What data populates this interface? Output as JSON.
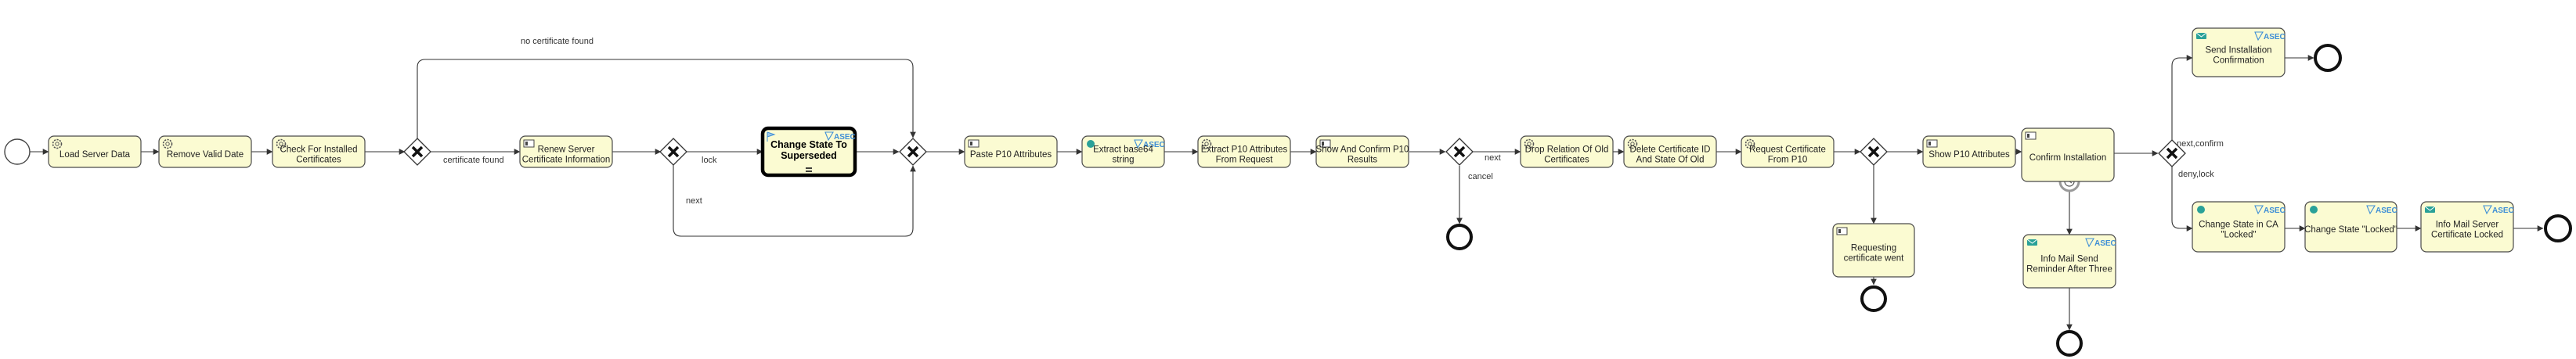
{
  "diagram": {
    "tasks": [
      {
        "id": "t1",
        "label": [
          "Load Server Data"
        ],
        "kind": "service",
        "has_logo": false,
        "selected": false
      },
      {
        "id": "t2",
        "label": [
          "Remove Valid Date"
        ],
        "kind": "service",
        "has_logo": false,
        "selected": false
      },
      {
        "id": "t3",
        "label": [
          "Check For Installed",
          "Certificates"
        ],
        "kind": "service",
        "has_logo": false,
        "selected": false
      },
      {
        "id": "t4",
        "label": [
          "Renew Server",
          "Certificate Information"
        ],
        "kind": "user",
        "has_logo": false,
        "selected": false
      },
      {
        "id": "t5",
        "label": [
          "Change State To",
          "Superseded"
        ],
        "kind": "script",
        "has_logo": true,
        "selected": true
      },
      {
        "id": "t6",
        "label": [
          "Paste P10 Attributes"
        ],
        "kind": "user",
        "has_logo": false,
        "selected": false
      },
      {
        "id": "t7",
        "label": [
          "Extract base64",
          "string"
        ],
        "kind": "script",
        "has_logo": true,
        "selected": false
      },
      {
        "id": "t8",
        "label": [
          "Extract P10 Attributes",
          "From Request"
        ],
        "kind": "service",
        "has_logo": false,
        "selected": false
      },
      {
        "id": "t9",
        "label": [
          "Show And Confirm P10",
          "Results"
        ],
        "kind": "user",
        "has_logo": false,
        "selected": false
      },
      {
        "id": "t10",
        "label": [
          "Drop Relation Of Old",
          "Certificates"
        ],
        "kind": "service",
        "has_logo": false,
        "selected": false
      },
      {
        "id": "t11",
        "label": [
          "Delete Certificate ID",
          "And State Of Old"
        ],
        "kind": "service",
        "has_logo": false,
        "selected": false
      },
      {
        "id": "t12",
        "label": [
          "Request Certificate",
          "From P10"
        ],
        "kind": "service",
        "has_logo": false,
        "selected": false
      },
      {
        "id": "t13",
        "label": [
          "Requesting",
          "certificate went"
        ],
        "kind": "user",
        "has_logo": false,
        "selected": false
      },
      {
        "id": "t14",
        "label": [
          "Show P10 Attributes"
        ],
        "kind": "user",
        "has_logo": false,
        "selected": false
      },
      {
        "id": "t15",
        "label": [
          "Confirm Installation"
        ],
        "kind": "user",
        "has_logo": false,
        "selected": false
      },
      {
        "id": "t16",
        "label": [
          "Info Mail Send",
          "Reminder After Three"
        ],
        "kind": "mail",
        "has_logo": true,
        "selected": false
      },
      {
        "id": "t17",
        "label": [
          "Send Installation",
          "Confirmation"
        ],
        "kind": "mail",
        "has_logo": true,
        "selected": false
      },
      {
        "id": "t18",
        "label": [
          "Change State in CA",
          "\"Locked\""
        ],
        "kind": "script",
        "has_logo": true,
        "selected": false
      },
      {
        "id": "t19",
        "label": [
          "Change State \"Locked\""
        ],
        "kind": "script",
        "has_logo": true,
        "selected": false
      },
      {
        "id": "t20",
        "label": [
          "Info Mail Server",
          "Certificate Locked"
        ],
        "kind": "mail",
        "has_logo": true,
        "selected": false
      }
    ],
    "edge_labels": {
      "no_certificate_found": "no certificate found",
      "certificate_found": "certificate found",
      "lock": "lock",
      "next_lower": "next",
      "next_p10": "next",
      "cancel": "cancel",
      "next_confirm": "next,confirm",
      "deny_lock": "deny,lock"
    },
    "logo_text": "ASEC",
    "colors": {
      "task_fill": "#fbfbd2",
      "stroke": "#333333",
      "logo": "#3f8fd6",
      "icon_teal": "#2aa198"
    }
  }
}
